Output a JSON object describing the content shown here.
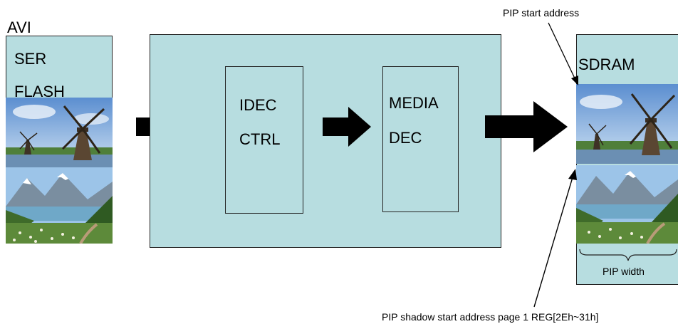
{
  "source": {
    "labels": [
      "AVI",
      "SER",
      "FLASH"
    ]
  },
  "idec": {
    "line1": "IDEC",
    "line2": "CTRL"
  },
  "media": {
    "line1": "MEDIA",
    "line2": "DEC"
  },
  "sdram": {
    "label": "SDRAM",
    "pip_width": "PIP width"
  },
  "annotations": {
    "pip_start": "PIP start address",
    "pip_shadow": "PIP shadow start address page 1 REG[2Eh~31h]"
  },
  "colors": {
    "box_fill": "#b7dde0",
    "arrow": "#000000",
    "border": "#222222"
  },
  "icons": {
    "windmill": "windmill-photo",
    "mountain": "mountain-lake-photo"
  }
}
